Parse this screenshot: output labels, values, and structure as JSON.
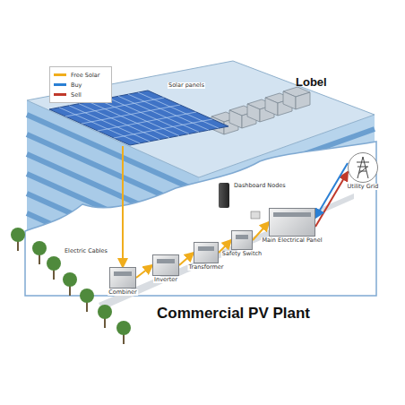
{
  "diagram": {
    "caption": "Commercial PV Plant",
    "nodes": [
      {
        "text": [
          "Solar panels"
        ]
      },
      {
        "text": [
          "Combiner"
        ]
      },
      {
        "text": [
          "Inverter"
        ]
      },
      {
        "text": [
          "Transformer"
        ]
      },
      {
        "text": [
          "Safety Switch"
        ]
      },
      {
        "text": [
          "Dashboard Nodes"
        ]
      },
      {
        "text": [
          "Main Electrical Panel"
        ]
      },
      {
        "text": [
          "Utility Grid"
        ]
      }
    ],
    "edges": [
      {
        "from": 0,
        "to": 1,
        "arrow": "to"
      },
      {
        "from": 1,
        "to": 2,
        "arrow": "to"
      },
      {
        "from": 2,
        "to": 3,
        "arrow": "to"
      },
      {
        "from": 3,
        "to": 4,
        "arrow": "to"
      },
      {
        "from": 4,
        "to": 6,
        "arrow": "to"
      },
      {
        "from": 6,
        "to": 7,
        "arrow": "to"
      },
      {
        "from": 7,
        "to": 6,
        "arrow": "to"
      }
    ],
    "labels": [
      "Lobel",
      "Electric Cables"
    ],
    "legend": [
      {
        "text": "Free Solar",
        "color": "#f0ad1c"
      },
      {
        "text": "Buy",
        "color": "#2a7fd4"
      },
      {
        "text": "Sell",
        "color": "#c0392b"
      }
    ]
  }
}
